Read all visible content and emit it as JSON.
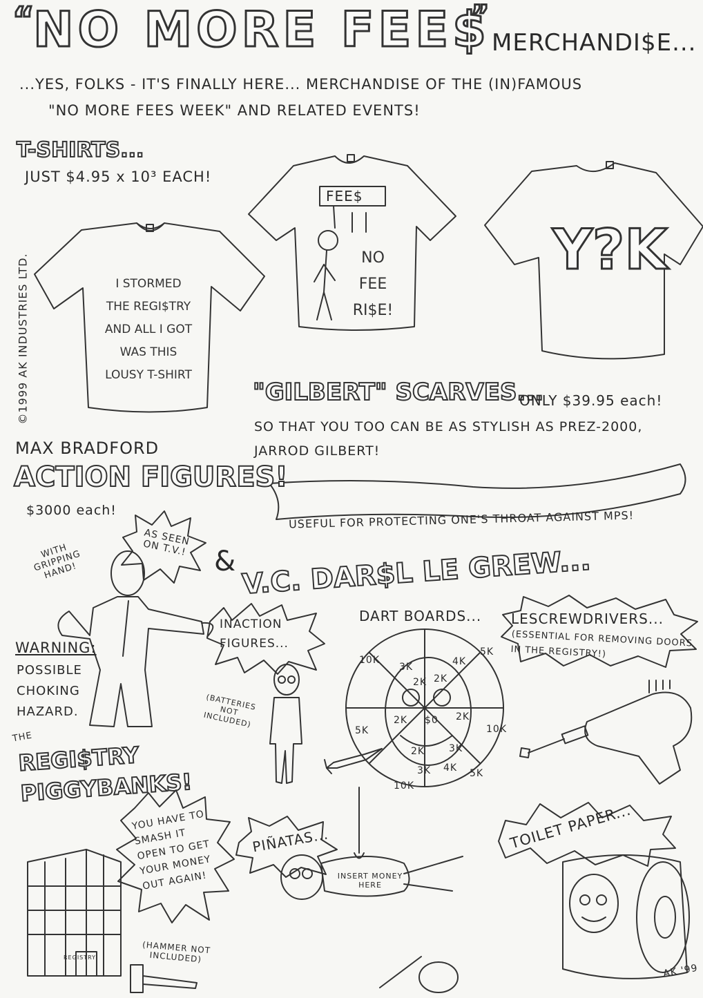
{
  "header": {
    "quote_open": "“",
    "title": "NO MORE FEE$",
    "quote_close": "”",
    "subtitle": "MERCHANDI$E..."
  },
  "intro": {
    "line1": "...YES, FOLKS - IT'S FINALLY HERE... MERCHANDISE OF THE (IN)FAMOUS",
    "line2": "\"NO MORE FEES WEEK\" AND RELATED EVENTS!"
  },
  "tshirts": {
    "heading": "T-SHIRTS...",
    "price_line": "JUST $4.95 x 10³ EACH!",
    "shirt1_lines": [
      "I STORMED",
      "THE REGI$TRY",
      "AND ALL I GOT",
      "WAS THIS",
      "LOUSY T-SHIRT"
    ],
    "shirt2_sign": "FEE$",
    "shirt2_lines": [
      "NO",
      "FEE",
      "RI$E!"
    ],
    "shirt3_text": "Y?K"
  },
  "copyright": "©1999 AK INDUSTRIES LTD.",
  "scarves": {
    "heading": "\"GILBERT\" SCARVES...",
    "price": "ONLY $39.95 each!",
    "line1": "SO THAT YOU TOO CAN BE AS STYLISH AS PREZ-2000,",
    "line2": "JARROD GILBERT!",
    "caption": "USEFUL FOR PROTECTING ONE'S THROAT AGAINST MPS!"
  },
  "action_figures": {
    "line1": "MAX BRADFORD",
    "heading": "ACTION FIGURES!",
    "price": "$3000 each!",
    "burst": "AS SEEN ON T.V.!",
    "grip_note": "WITH GRIPPING HAND!",
    "warning_title": "WARNING:",
    "warning_lines": [
      "POSSIBLE",
      "CHOKING",
      "HAZARD."
    ]
  },
  "legrew": {
    "amp": "&",
    "heading": "V.C. DAR$L LE GREW...",
    "inaction": "INACTION FIGURES...",
    "batteries": "(BATTERIES NOT INCLUDED)",
    "dartboards": "DART BOARDS...",
    "screwdrivers": "LESCREWDRIVERS...",
    "screwdrivers_note": "(ESSENTIAL FOR REMOVING DOORS IN THE REGISTRY!)",
    "dart_labels": [
      "10K",
      "3K",
      "2K",
      "2K",
      "4K",
      "5K",
      "2K",
      "$0",
      "2K",
      "5K",
      "10K",
      "2K",
      "3K",
      "3K",
      "4K",
      "5K",
      "10K"
    ]
  },
  "piggybanks": {
    "the": "THE",
    "heading": "REGI$TRY PIGGYBANKS!",
    "note": "YOU HAVE TO SMASH IT OPEN TO GET YOUR MONEY OUT AGAIN!",
    "hammer": "(HAMMER NOT INCLUDED)",
    "building_sign": "REGISTRY"
  },
  "pinatas": {
    "heading": "PIÑATAS...",
    "belly": "INSERT MONEY HERE"
  },
  "toilet_paper": {
    "heading": "TOILET PAPER..."
  },
  "signature": "AK '99"
}
